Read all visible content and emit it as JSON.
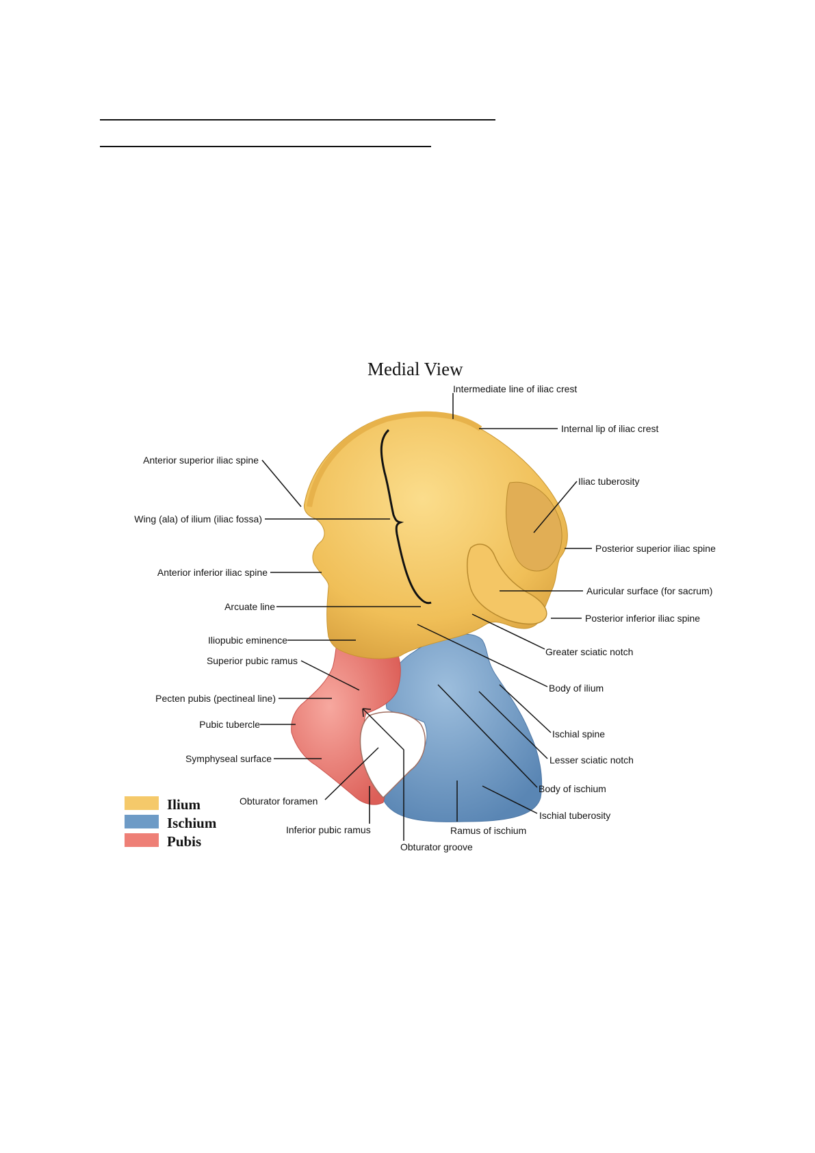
{
  "figure": {
    "title": "Medial View",
    "labels": {
      "intermediate_line": "Intermediate line of iliac crest",
      "internal_lip": "Internal lip of iliac crest",
      "iliac_tuberosity": "Iliac tuberosity",
      "posterior_superior_iliac_spine": "Posterior superior iliac spine",
      "auricular_surface": "Auricular surface (for sacrum)",
      "posterior_inferior_iliac_spine": "Posterior inferior iliac spine",
      "greater_sciatic_notch": "Greater sciatic notch",
      "body_of_ilium": "Body of ilium",
      "ischial_spine": "Ischial spine",
      "lesser_sciatic_notch": "Lesser sciatic notch",
      "body_of_ischium": "Body of ischium",
      "ischial_tuberosity": "Ischial tuberosity",
      "ramus_of_ischium": "Ramus of ischium",
      "obturator_groove": "Obturator groove",
      "inferior_pubic_ramus": "Inferior pubic ramus",
      "obturator_foramen": "Obturator foramen",
      "anterior_superior_iliac_spine": "Anterior superior iliac spine",
      "wing_of_ilium": "Wing (ala) of ilium (iliac fossa)",
      "anterior_inferior_iliac_spine": "Anterior inferior iliac spine",
      "arcuate_line": "Arcuate line",
      "iliopubic_eminence": "Iliopubic eminence",
      "superior_pubic_ramus": "Superior pubic ramus",
      "pecten_pubis": "Pecten pubis (pectineal line)",
      "pubic_tubercle": "Pubic tubercle",
      "symphyseal_surface": "Symphyseal surface"
    },
    "legend": [
      {
        "label": "Ilium",
        "color": "#F5C96A"
      },
      {
        "label": "Ischium",
        "color": "#6E9BC6"
      },
      {
        "label": "Pubis",
        "color": "#EE7F76"
      }
    ]
  }
}
